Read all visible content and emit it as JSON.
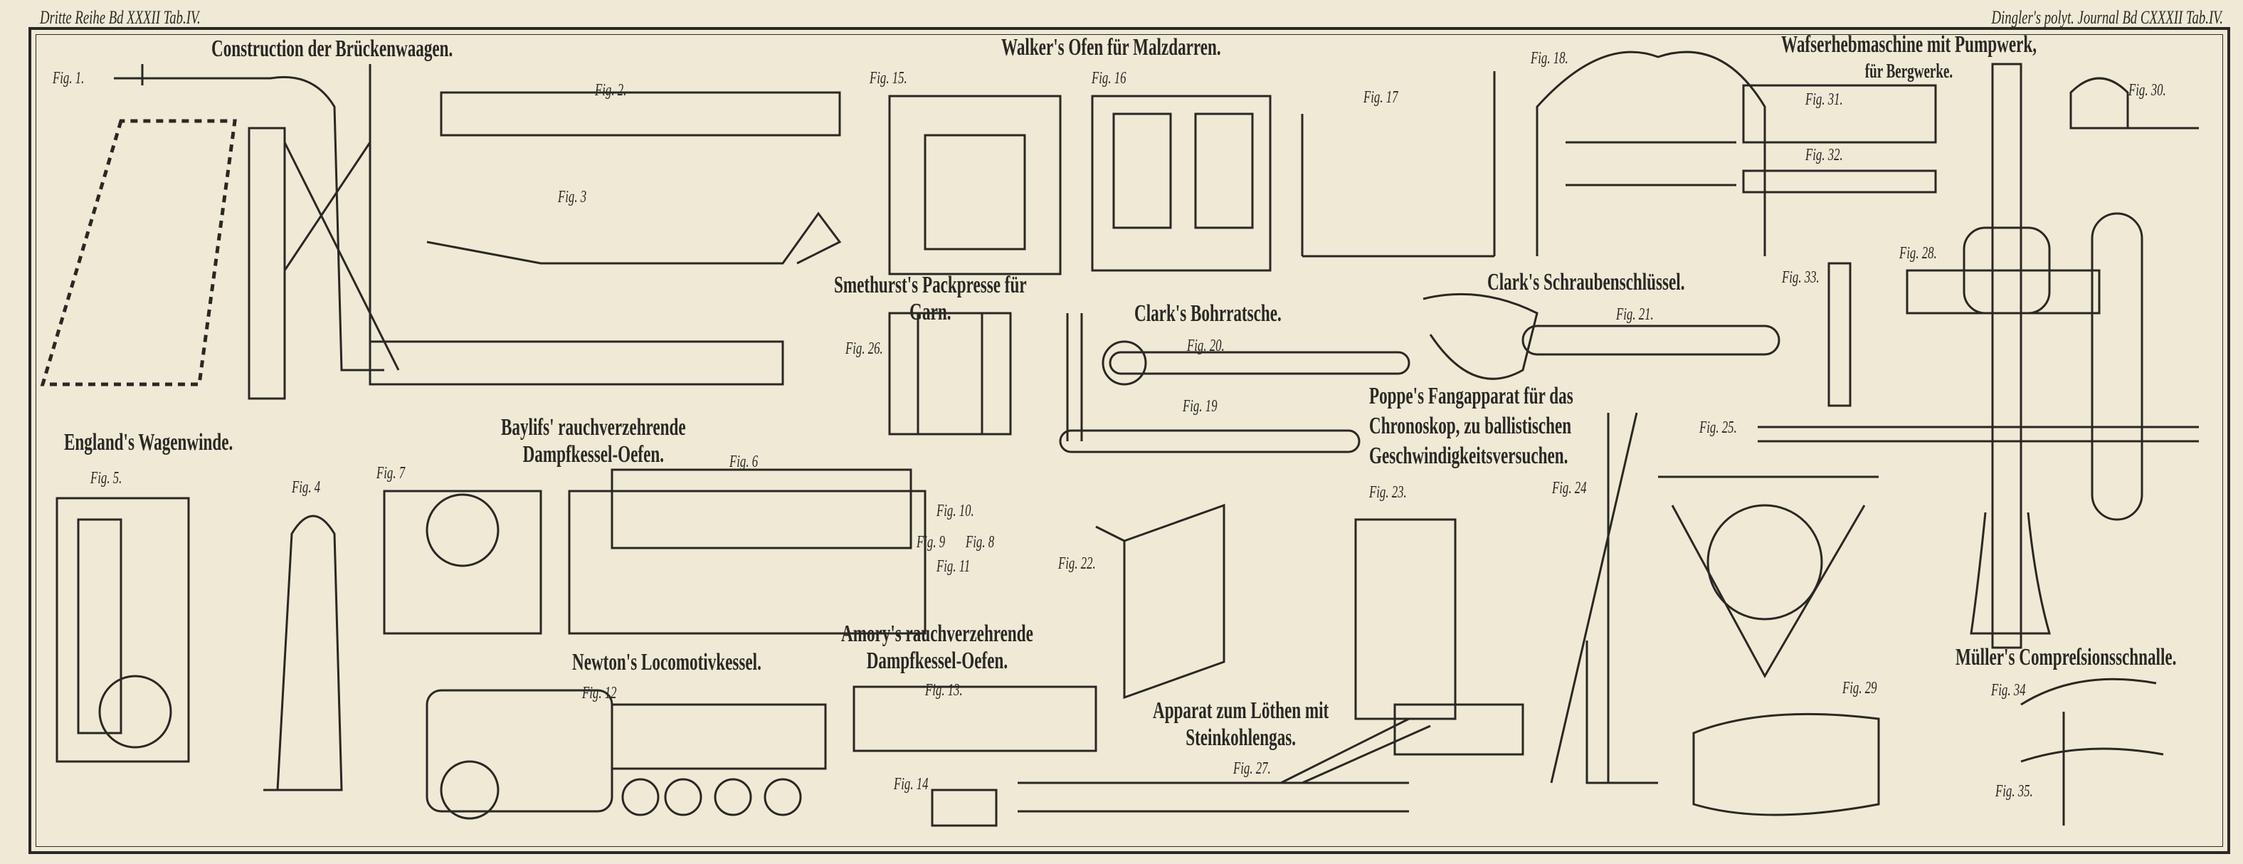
{
  "header": {
    "left": "Dritte Reihe Bd XXXII Tab.IV.",
    "right": "Dingler's polyt. Journal Bd CXXXII Tab.IV."
  },
  "titles": {
    "brueckenwaagen": "Construction der Brückenwaagen.",
    "walker": "Walker's Ofen für Malzdarren.",
    "wasserheb_1": "Wafserhebmaschine mit Pumpwerk,",
    "wasserheb_2": "für Bergwerke.",
    "smethurst_1": "Smethurst's Packpresse für",
    "smethurst_2": "Garn.",
    "bohrratsche": "Clark's Bohrratsche.",
    "schraubenschluessel": "Clark's Schraubenschlüssel.",
    "poppe_1": "Poppe's Fangapparat für das",
    "poppe_2": "Chronoskop, zu ballistischen",
    "poppe_3": "Geschwindigkeitsversuchen.",
    "england": "England's Wagenwinde.",
    "baylifs_1": "Baylifs' rauchverzehrende",
    "baylifs_2": "Dampfkessel-Oefen.",
    "newton": "Newton's Locomotivkessel.",
    "amory_1": "Amory's rauchverzehrende",
    "amory_2": "Dampfkessel-Oefen.",
    "loethen_1": "Apparat zum Löthen mit",
    "loethen_2": "Steinkohlengas.",
    "mueller": "Müller's Compreſsionsschnalle."
  },
  "figures": {
    "f1": "Fig. 1.",
    "f2": "Fig. 2.",
    "f3": "Fig. 3",
    "f4": "Fig. 4",
    "f5": "Fig. 5.",
    "f6": "Fig. 6",
    "f7": "Fig. 7",
    "f8": "Fig. 8",
    "f9": "Fig. 9",
    "f10": "Fig. 10.",
    "f11": "Fig. 11",
    "f12": "Fig. 12",
    "f13": "Fig. 13.",
    "f14": "Fig. 14",
    "f15": "Fig. 15.",
    "f16": "Fig. 16",
    "f17": "Fig. 17",
    "f18": "Fig. 18.",
    "f19": "Fig. 19",
    "f20": "Fig. 20.",
    "f21": "Fig. 21.",
    "f22": "Fig. 22.",
    "f23": "Fig. 23.",
    "f24": "Fig. 24",
    "f25": "Fig. 25.",
    "f26": "Fig. 26.",
    "f27": "Fig. 27.",
    "f28": "Fig. 28.",
    "f29": "Fig. 29",
    "f30": "Fig. 30.",
    "f31": "Fig. 31.",
    "f32": "Fig. 32.",
    "f33": "Fig. 33.",
    "f34": "Fig. 34",
    "f35": "Fig. 35."
  },
  "colors": {
    "paper": "#efe9d6",
    "ink": "#2a2824"
  }
}
